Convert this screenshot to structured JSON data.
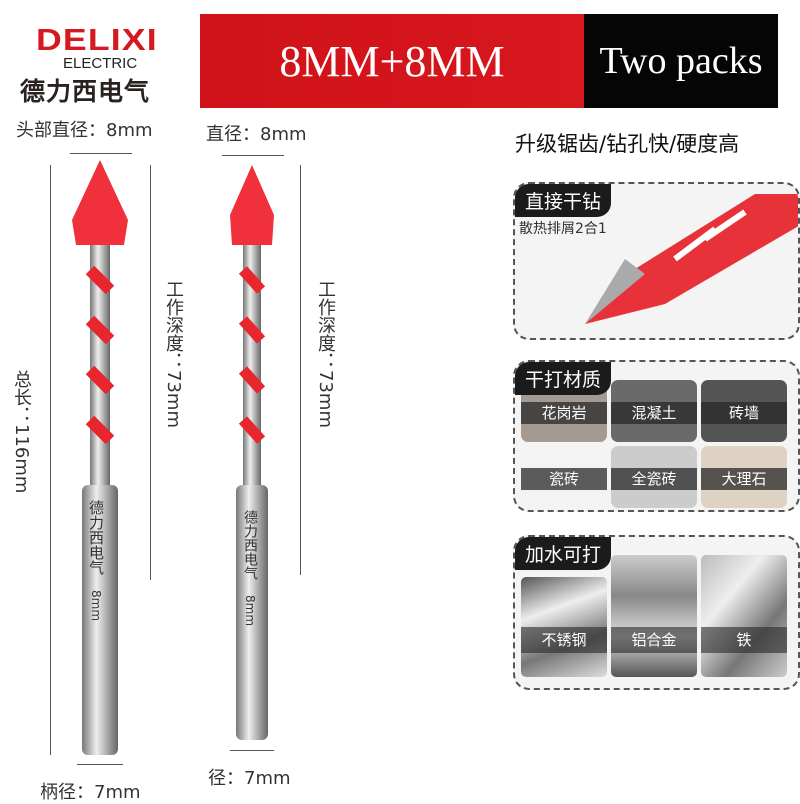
{
  "logo": {
    "brand": "DELIXI",
    "sub": "ELECTRIC",
    "cn": "德力西电气"
  },
  "banner": {
    "size": "8MM+8MM",
    "packs": "Two packs"
  },
  "left_bit": {
    "head_diameter": "头部直径：8mm",
    "working_depth": "工作深度：73mm",
    "total_length": "总长：116mm",
    "shank_diameter": "柄径：7mm",
    "shank_text": "德力西电气",
    "shank_size": "8mm"
  },
  "right_bit": {
    "head_diameter": "直径：8mm",
    "working_depth": "工作深度：73mm",
    "shank_diameter": "径：7mm",
    "shank_text": "德力西电气",
    "shank_size": "8mm"
  },
  "features": {
    "headline": "升级锯齿/钻孔快/硬度高",
    "dry_drill": {
      "tag": "直接干钻",
      "sub": "散热排屑2合1"
    },
    "dry_materials": {
      "tag": "干打材质",
      "items": [
        "花岗岩",
        "混凝土",
        "砖墙",
        "瓷砖",
        "全瓷砖",
        "大理石"
      ]
    },
    "wet_materials": {
      "tag": "加水可打",
      "items": [
        "不锈钢",
        "铝合金",
        "铁"
      ]
    }
  },
  "colors": {
    "brand_red": "#d51920",
    "bit_red": "#f0303a"
  }
}
